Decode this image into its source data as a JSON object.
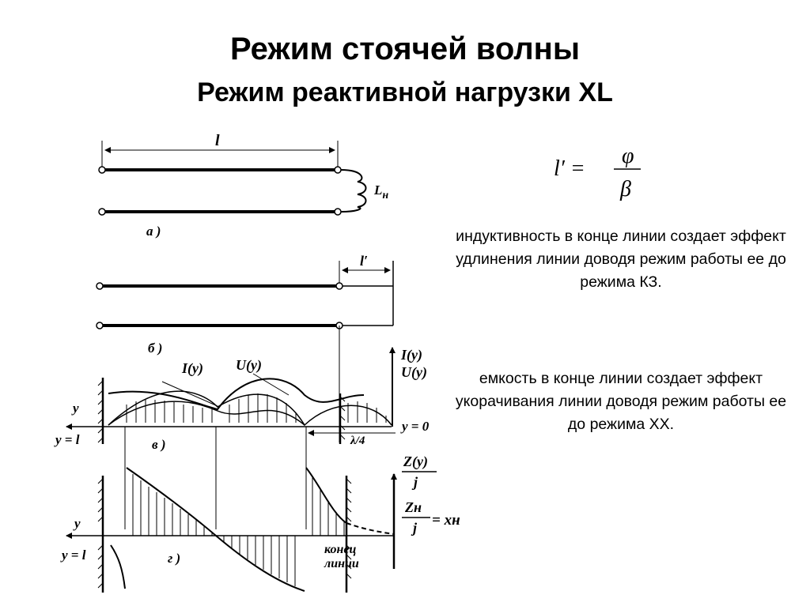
{
  "title": "Режим стоячей волны",
  "subtitle": "Режим реактивной нагрузки XL",
  "formula": {
    "lhs": "l′ =",
    "numerator": "φ",
    "denominator": "β"
  },
  "paragraphs": [
    "индуктивность в конце линии создает эффект удлинения линии доводя режим работы ее до режима КЗ.",
    "емкость в конце линии создает эффект укорачивания линии доводя режим работы ее до режима ХХ."
  ],
  "labels": {
    "length": "l",
    "length_prime": "l′",
    "inductance": "L",
    "inductance_sub": "н",
    "panel_a": "а )",
    "panel_b": "б )",
    "panel_v": "в )",
    "panel_g": "г )",
    "iy": "I(y)",
    "uy": "U(y)",
    "iy_axis": "I(y)",
    "uy_axis": "U(y)",
    "y_axis": "y",
    "y_eq_l": "y = l",
    "y_eq_0": "y = 0",
    "lambda4": "λ/4",
    "zy": "Z(y)",
    "j": "j",
    "zn": "Zн",
    "eq_xn": "= xн",
    "y_axis_2": "y",
    "y_eq_l_2": "y = l",
    "line_end_1": "конец",
    "line_end_2": "линии"
  }
}
